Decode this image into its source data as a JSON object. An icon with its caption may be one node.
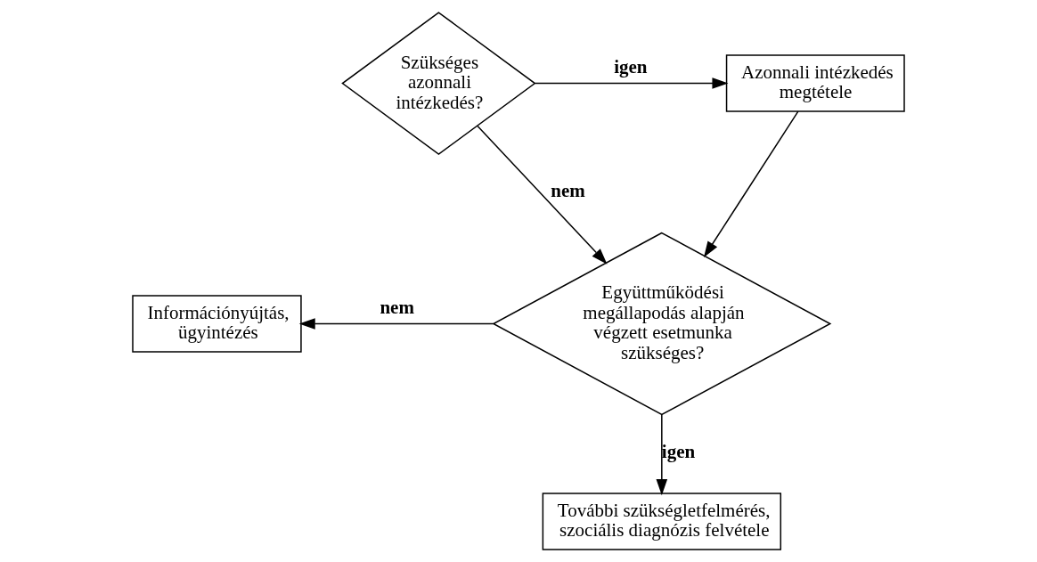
{
  "diagram": {
    "nodes": [
      {
        "text": [
          "Szükséges azonnali intézkedés?"
        ]
      },
      {
        "text": [
          "Azonnali intézkedés megtétele"
        ]
      },
      {
        "text": [
          "Együttműködési megállapodás alapján végzett esetmunka szükséges?"
        ]
      },
      {
        "text": [
          "Információnyújtás, ügyintézés"
        ]
      },
      {
        "text": [
          "További szükségletfelmérés, szociális diagnózis felvétele"
        ]
      }
    ],
    "edges": [
      {
        "from": 0,
        "to": 1,
        "arrow": "to",
        "label": "igen"
      },
      {
        "from": 0,
        "to": 2,
        "arrow": "to",
        "label": "nem"
      },
      {
        "from": 1,
        "to": 2,
        "arrow": "to"
      },
      {
        "from": 2,
        "to": 3,
        "arrow": "to",
        "label": "nem"
      },
      {
        "from": 2,
        "to": 4,
        "arrow": "to",
        "label": "igen"
      }
    ]
  }
}
